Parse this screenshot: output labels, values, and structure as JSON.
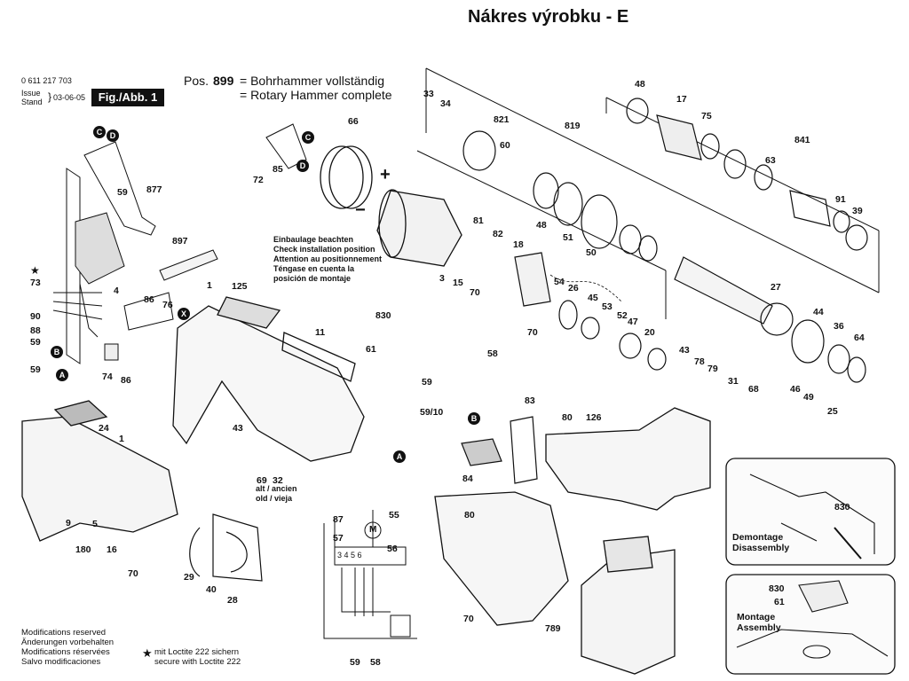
{
  "title": "Nákres výrobku - E",
  "header": {
    "part_no": "0 611 217 703",
    "issue_label_1": "Issue",
    "issue_label_2": "Stand",
    "issue_date": "03-06-05",
    "fig_label": "Fig./Abb. 1",
    "pos_prefix": "Pos.",
    "pos_number": "899",
    "pos_de": "= Bohrhammer vollständig",
    "pos_en": "= Rotary Hammer complete"
  },
  "install_note": [
    "Einbaulage beachten",
    "Check installation position",
    "Attention au positionnement",
    "Téngase en cuenta la",
    "posición de montaje"
  ],
  "old_note": [
    "alt / ancien",
    "old / vieja"
  ],
  "footer": {
    "modifications": [
      "Modifications reserved",
      "Änderungen vorbehalten",
      "Modifications réservées",
      "Salvo modificaciones"
    ],
    "loctite": [
      "mit Loctite 222 sichern",
      "secure with Loctite 222"
    ]
  },
  "insets": {
    "demontage": [
      "Demontage",
      "Disassembly"
    ],
    "montage": [
      "Montage",
      "Assembly"
    ],
    "demontage_part": "830",
    "montage_parts": [
      "830",
      "61"
    ]
  },
  "wiring_terminals": "3 4 5 6",
  "markers": {
    "c": "C",
    "d": "D",
    "b": "B",
    "a": "A",
    "x": "X",
    "plus": "+",
    "minus": "−",
    "star": "★",
    "motor": "M"
  },
  "part_labels": [
    {
      "id": "33",
      "t": "33"
    },
    {
      "id": "34",
      "t": "34"
    },
    {
      "id": "821",
      "t": "821"
    },
    {
      "id": "60",
      "t": "60"
    },
    {
      "id": "819",
      "t": "819"
    },
    {
      "id": "48a",
      "t": "48"
    },
    {
      "id": "17",
      "t": "17"
    },
    {
      "id": "75",
      "t": "75"
    },
    {
      "id": "841",
      "t": "841"
    },
    {
      "id": "63",
      "t": "63"
    },
    {
      "id": "91",
      "t": "91"
    },
    {
      "id": "39",
      "t": "39"
    },
    {
      "id": "66",
      "t": "66"
    },
    {
      "id": "85",
      "t": "85"
    },
    {
      "id": "72",
      "t": "72"
    },
    {
      "id": "48b",
      "t": "48"
    },
    {
      "id": "51",
      "t": "51"
    },
    {
      "id": "50",
      "t": "50"
    },
    {
      "id": "81",
      "t": "81"
    },
    {
      "id": "82",
      "t": "82"
    },
    {
      "id": "18",
      "t": "18"
    },
    {
      "id": "3",
      "t": "3"
    },
    {
      "id": "15",
      "t": "15"
    },
    {
      "id": "70a",
      "t": "70"
    },
    {
      "id": "70b",
      "t": "70"
    },
    {
      "id": "54",
      "t": "54"
    },
    {
      "id": "26",
      "t": "26"
    },
    {
      "id": "45",
      "t": "45"
    },
    {
      "id": "53",
      "t": "53"
    },
    {
      "id": "52",
      "t": "52"
    },
    {
      "id": "47",
      "t": "47"
    },
    {
      "id": "20",
      "t": "20"
    },
    {
      "id": "27",
      "t": "27"
    },
    {
      "id": "44",
      "t": "44"
    },
    {
      "id": "36",
      "t": "36"
    },
    {
      "id": "64",
      "t": "64"
    },
    {
      "id": "43a",
      "t": "43"
    },
    {
      "id": "78",
      "t": "78"
    },
    {
      "id": "79",
      "t": "79"
    },
    {
      "id": "31",
      "t": "31"
    },
    {
      "id": "68",
      "t": "68"
    },
    {
      "id": "46",
      "t": "46"
    },
    {
      "id": "49",
      "t": "49"
    },
    {
      "id": "25",
      "t": "25"
    },
    {
      "id": "877",
      "t": "877"
    },
    {
      "id": "59a",
      "t": "59"
    },
    {
      "id": "897",
      "t": "897"
    },
    {
      "id": "73",
      "t": "73"
    },
    {
      "id": "4",
      "t": "4"
    },
    {
      "id": "86a",
      "t": "86"
    },
    {
      "id": "76",
      "t": "76"
    },
    {
      "id": "90",
      "t": "90"
    },
    {
      "id": "88",
      "t": "88"
    },
    {
      "id": "59b",
      "t": "59"
    },
    {
      "id": "59c",
      "t": "59"
    },
    {
      "id": "74",
      "t": "74"
    },
    {
      "id": "86b",
      "t": "86"
    },
    {
      "id": "1a",
      "t": "1"
    },
    {
      "id": "125",
      "t": "125"
    },
    {
      "id": "11",
      "t": "11"
    },
    {
      "id": "830",
      "t": "830"
    },
    {
      "id": "61",
      "t": "61"
    },
    {
      "id": "24",
      "t": "24"
    },
    {
      "id": "1b",
      "t": "1"
    },
    {
      "id": "9",
      "t": "9"
    },
    {
      "id": "5",
      "t": "5"
    },
    {
      "id": "180",
      "t": "180"
    },
    {
      "id": "16",
      "t": "16"
    },
    {
      "id": "70c",
      "t": "70"
    },
    {
      "id": "43b",
      "t": "43"
    },
    {
      "id": "69",
      "t": "69"
    },
    {
      "id": "32",
      "t": "32"
    },
    {
      "id": "29",
      "t": "29"
    },
    {
      "id": "40",
      "t": "40"
    },
    {
      "id": "28",
      "t": "28"
    },
    {
      "id": "58a",
      "t": "58"
    },
    {
      "id": "59d",
      "t": "59"
    },
    {
      "id": "5910",
      "t": "59/10"
    },
    {
      "id": "83",
      "t": "83"
    },
    {
      "id": "84",
      "t": "84"
    },
    {
      "id": "80a",
      "t": "80"
    },
    {
      "id": "126",
      "t": "126"
    },
    {
      "id": "80b",
      "t": "80"
    },
    {
      "id": "70d",
      "t": "70"
    },
    {
      "id": "789",
      "t": "789"
    },
    {
      "id": "87",
      "t": "87"
    },
    {
      "id": "57",
      "t": "57"
    },
    {
      "id": "55",
      "t": "55"
    },
    {
      "id": "56",
      "t": "56"
    },
    {
      "id": "59e",
      "t": "59"
    },
    {
      "id": "58b",
      "t": "58"
    }
  ]
}
